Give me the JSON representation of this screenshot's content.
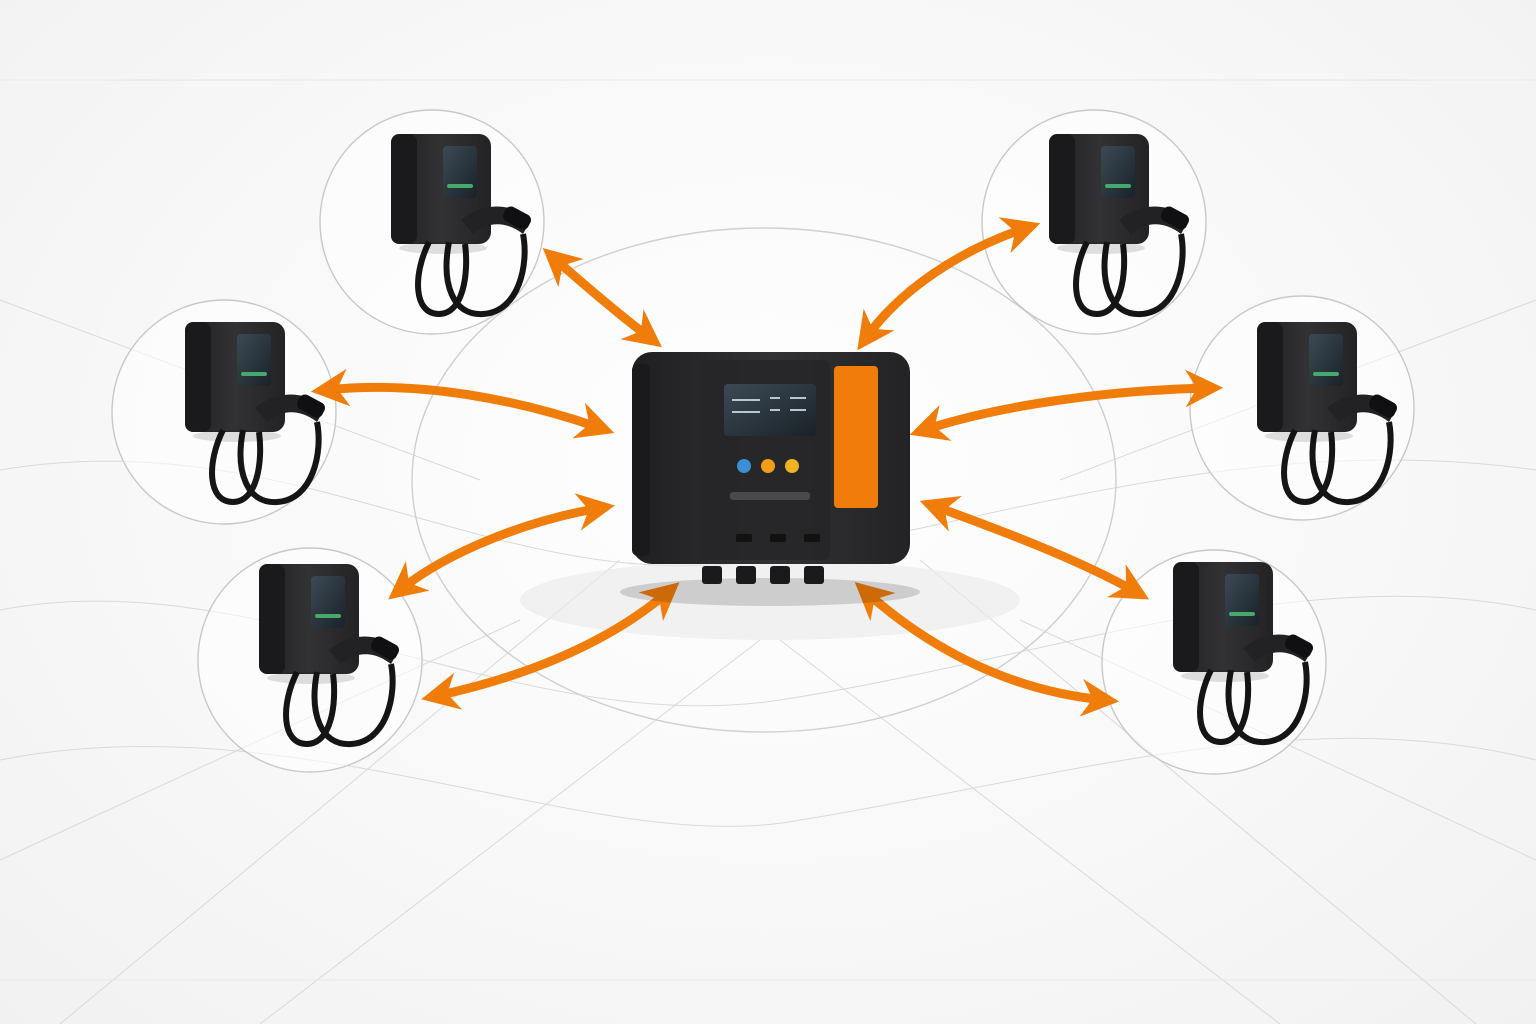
{
  "diagram": {
    "hub": {
      "icon": "charge-controller-icon",
      "status_leds": [
        "#3a8fd6",
        "#f29d1c",
        "#f0b323"
      ],
      "accent": "#f07d0a"
    },
    "chargers": [
      {
        "id": "charger-1",
        "icon": "ev-charger-icon"
      },
      {
        "id": "charger-2",
        "icon": "ev-charger-icon"
      },
      {
        "id": "charger-3",
        "icon": "ev-charger-icon"
      },
      {
        "id": "charger-4",
        "icon": "ev-charger-icon"
      },
      {
        "id": "charger-5",
        "icon": "ev-charger-icon"
      },
      {
        "id": "charger-6",
        "icon": "ev-charger-icon"
      }
    ],
    "links": [
      {
        "from": "hub",
        "to": "charger-1",
        "direction": "bidirectional"
      },
      {
        "from": "hub",
        "to": "charger-2",
        "direction": "bidirectional"
      },
      {
        "from": "hub",
        "to": "charger-2",
        "direction": "bidirectional"
      },
      {
        "from": "hub",
        "to": "charger-3",
        "direction": "bidirectional"
      },
      {
        "from": "hub",
        "to": "charger-3",
        "direction": "bidirectional"
      },
      {
        "from": "hub",
        "to": "charger-4",
        "direction": "bidirectional"
      },
      {
        "from": "hub",
        "to": "charger-5",
        "direction": "bidirectional"
      },
      {
        "from": "hub",
        "to": "charger-6",
        "direction": "bidirectional"
      },
      {
        "from": "hub",
        "to": "charger-6",
        "direction": "bidirectional"
      }
    ],
    "colors": {
      "arrow": "#f07d0a",
      "device_body": "#2b2b2d",
      "device_dark": "#1c1c1e",
      "background": "#f6f6f6",
      "guide_line": "#c9c9c9"
    }
  }
}
